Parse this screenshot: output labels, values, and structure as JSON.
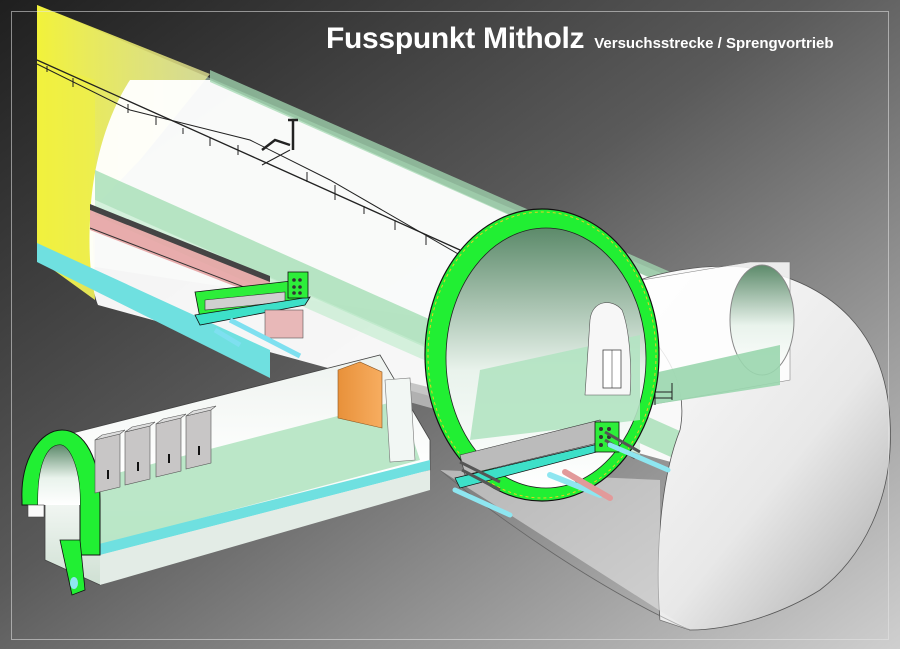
{
  "title": {
    "main": "Fusspunkt Mitholz",
    "subtitle": "Versuchsstrecke / Sprengvortrieb"
  },
  "colors": {
    "lining_green": "#22ee33",
    "interior_green": "#aee6c0",
    "shotcrete_yellow": "#eef24a",
    "drainage_cyan": "#5fe0e0",
    "rail_red": "#d88c8c",
    "door_orange": "#f0a050",
    "cabinet_grey": "#c8c6c6",
    "background_dark": "#2a2a2a",
    "background_light": "#c4c4c4"
  },
  "diagram": {
    "components": [
      {
        "id": "main-tunnel",
        "icon": "tunnel-tube"
      },
      {
        "id": "cross-passage",
        "icon": "tunnel-tube"
      },
      {
        "id": "lining-ring",
        "icon": "ring"
      },
      {
        "id": "rock-excavation",
        "icon": "rock-mass"
      },
      {
        "id": "side-gallery",
        "icon": "tunnel-tube"
      },
      {
        "id": "electrical-cabinets",
        "icon": "cabinet",
        "count": 4
      },
      {
        "id": "track-slab",
        "icon": "rail-track"
      },
      {
        "id": "overhead-line",
        "icon": "catenary"
      },
      {
        "id": "emergency-door",
        "icon": "door"
      }
    ]
  }
}
